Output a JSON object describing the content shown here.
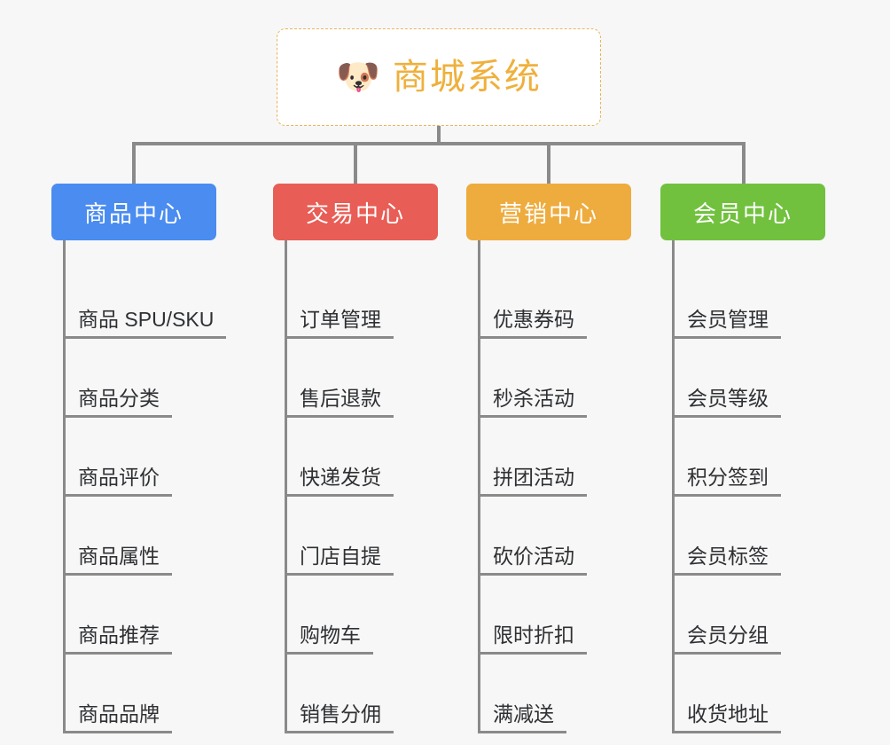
{
  "root": {
    "icon": "dog-face-emoji",
    "emoji": "🐶",
    "title": "商城系统",
    "accent_color": "#efb03c",
    "border_style": "dashed",
    "background": "#ffffff"
  },
  "canvas": {
    "background_color": "#f7f7f7",
    "connector_color": "#8a8a8a"
  },
  "branches": [
    {
      "id": "product-center",
      "title": "商品中心",
      "color": "#4a8cf0",
      "items": [
        "商品 SPU/SKU",
        "商品分类",
        "商品评价",
        "商品属性",
        "商品推荐",
        "商品品牌"
      ]
    },
    {
      "id": "trade-center",
      "title": "交易中心",
      "color": "#e85d55",
      "items": [
        "订单管理",
        "售后退款",
        "快递发货",
        "门店自提",
        "购物车",
        "销售分佣"
      ]
    },
    {
      "id": "marketing-center",
      "title": "营销中心",
      "color": "#eeac3e",
      "items": [
        "优惠券码",
        "秒杀活动",
        "拼团活动",
        "砍价活动",
        "限时折扣",
        "满减送"
      ]
    },
    {
      "id": "member-center",
      "title": "会员中心",
      "color": "#71c13e",
      "items": [
        "会员管理",
        "会员等级",
        "积分签到",
        "会员标签",
        "会员分组",
        "收货地址"
      ]
    }
  ]
}
